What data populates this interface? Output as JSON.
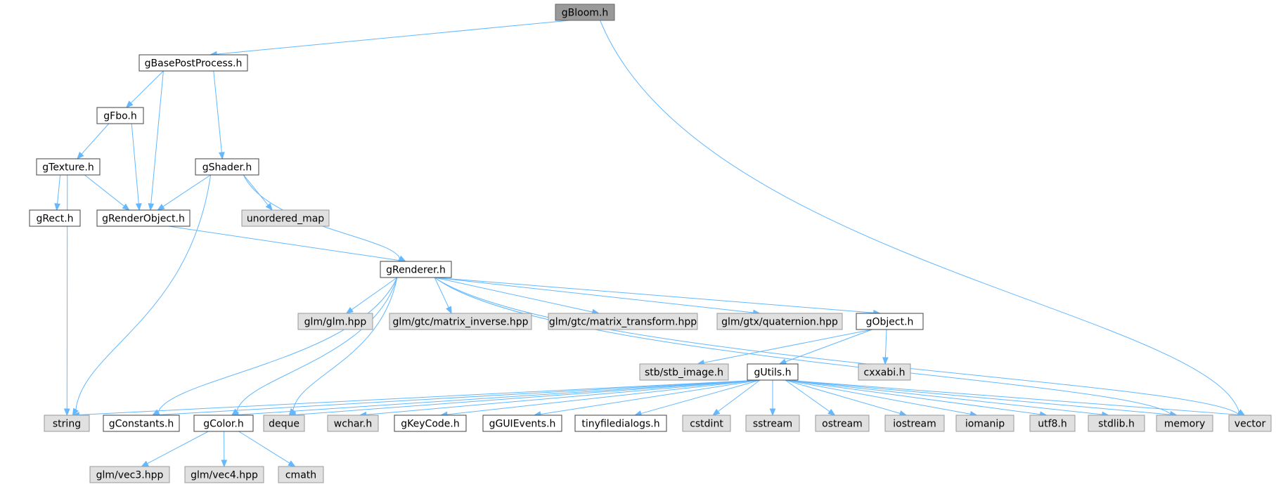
{
  "diagram": {
    "title": "gBloom.h include dependency graph",
    "colors": {
      "edge": "#63b8ff",
      "root_fill": "#999999",
      "root_stroke": "#666666",
      "local_fill": "#ffffff",
      "local_stroke": "#404040",
      "external_fill": "#e0e0e0",
      "external_stroke": "#999999"
    },
    "nodes": [
      {
        "id": "gBloom",
        "label": "gBloom.h",
        "kind": "root"
      },
      {
        "id": "gBasePostProcess",
        "label": "gBasePostProcess.h",
        "kind": "local"
      },
      {
        "id": "gFbo",
        "label": "gFbo.h",
        "kind": "local"
      },
      {
        "id": "gTexture",
        "label": "gTexture.h",
        "kind": "local"
      },
      {
        "id": "gShader",
        "label": "gShader.h",
        "kind": "local"
      },
      {
        "id": "gRect",
        "label": "gRect.h",
        "kind": "local"
      },
      {
        "id": "gRenderObject",
        "label": "gRenderObject.h",
        "kind": "local"
      },
      {
        "id": "unordered_map",
        "label": "unordered_map",
        "kind": "external"
      },
      {
        "id": "gRenderer",
        "label": "gRenderer.h",
        "kind": "local"
      },
      {
        "id": "glm_glm",
        "label": "glm/glm.hpp",
        "kind": "external"
      },
      {
        "id": "glm_mi",
        "label": "glm/gtc/matrix_inverse.hpp",
        "kind": "external"
      },
      {
        "id": "glm_mt",
        "label": "glm/gtc/matrix_transform.hpp",
        "kind": "external"
      },
      {
        "id": "glm_q",
        "label": "glm/gtx/quaternion.hpp",
        "kind": "external"
      },
      {
        "id": "gObject",
        "label": "gObject.h",
        "kind": "local"
      },
      {
        "id": "stb",
        "label": "stb/stb_image.h",
        "kind": "external"
      },
      {
        "id": "gUtils",
        "label": "gUtils.h",
        "kind": "local"
      },
      {
        "id": "cxxabi",
        "label": "cxxabi.h",
        "kind": "external"
      },
      {
        "id": "string",
        "label": "string",
        "kind": "external"
      },
      {
        "id": "gConstants",
        "label": "gConstants.h",
        "kind": "local"
      },
      {
        "id": "gColor",
        "label": "gColor.h",
        "kind": "local"
      },
      {
        "id": "deque",
        "label": "deque",
        "kind": "external"
      },
      {
        "id": "wchar",
        "label": "wchar.h",
        "kind": "external"
      },
      {
        "id": "gKeyCode",
        "label": "gKeyCode.h",
        "kind": "local"
      },
      {
        "id": "gGUIEvents",
        "label": "gGUIEvents.h",
        "kind": "local"
      },
      {
        "id": "tinyfd",
        "label": "tinyfiledialogs.h",
        "kind": "local"
      },
      {
        "id": "cstdint",
        "label": "cstdint",
        "kind": "external"
      },
      {
        "id": "sstream",
        "label": "sstream",
        "kind": "external"
      },
      {
        "id": "ostream",
        "label": "ostream",
        "kind": "external"
      },
      {
        "id": "iostream",
        "label": "iostream",
        "kind": "external"
      },
      {
        "id": "iomanip",
        "label": "iomanip",
        "kind": "external"
      },
      {
        "id": "utf8",
        "label": "utf8.h",
        "kind": "external"
      },
      {
        "id": "stdlib",
        "label": "stdlib.h",
        "kind": "external"
      },
      {
        "id": "memory",
        "label": "memory",
        "kind": "external"
      },
      {
        "id": "vector",
        "label": "vector",
        "kind": "external"
      },
      {
        "id": "vec3",
        "label": "glm/vec3.hpp",
        "kind": "external"
      },
      {
        "id": "vec4",
        "label": "glm/vec4.hpp",
        "kind": "external"
      },
      {
        "id": "cmath",
        "label": "cmath",
        "kind": "external"
      }
    ],
    "edges": [
      {
        "from": "gBloom",
        "to": "gBasePostProcess"
      },
      {
        "from": "gBloom",
        "to": "vector"
      },
      {
        "from": "gBasePostProcess",
        "to": "gFbo"
      },
      {
        "from": "gBasePostProcess",
        "to": "gRenderObject"
      },
      {
        "from": "gBasePostProcess",
        "to": "gShader"
      },
      {
        "from": "gFbo",
        "to": "gTexture"
      },
      {
        "from": "gFbo",
        "to": "gRenderObject"
      },
      {
        "from": "gTexture",
        "to": "gRect"
      },
      {
        "from": "gTexture",
        "to": "gRenderObject"
      },
      {
        "from": "gTexture",
        "to": "string"
      },
      {
        "from": "gShader",
        "to": "gRenderObject"
      },
      {
        "from": "gShader",
        "to": "unordered_map"
      },
      {
        "from": "gShader",
        "to": "gRenderer"
      },
      {
        "from": "gShader",
        "to": "string"
      },
      {
        "from": "gRenderObject",
        "to": "gRenderer"
      },
      {
        "from": "gRenderer",
        "to": "glm_glm"
      },
      {
        "from": "gRenderer",
        "to": "glm_mi"
      },
      {
        "from": "gRenderer",
        "to": "glm_mt"
      },
      {
        "from": "gRenderer",
        "to": "glm_q"
      },
      {
        "from": "gRenderer",
        "to": "gObject"
      },
      {
        "from": "gRenderer",
        "to": "gConstants"
      },
      {
        "from": "gRenderer",
        "to": "gColor"
      },
      {
        "from": "gRenderer",
        "to": "deque"
      },
      {
        "from": "gRenderer",
        "to": "memory"
      },
      {
        "from": "gRenderer",
        "to": "vector"
      },
      {
        "from": "gObject",
        "to": "stb"
      },
      {
        "from": "gObject",
        "to": "gUtils"
      },
      {
        "from": "gObject",
        "to": "cxxabi"
      },
      {
        "from": "gUtils",
        "to": "string"
      },
      {
        "from": "gUtils",
        "to": "gConstants"
      },
      {
        "from": "gUtils",
        "to": "gColor"
      },
      {
        "from": "gUtils",
        "to": "deque"
      },
      {
        "from": "gUtils",
        "to": "wchar"
      },
      {
        "from": "gUtils",
        "to": "gKeyCode"
      },
      {
        "from": "gUtils",
        "to": "gGUIEvents"
      },
      {
        "from": "gUtils",
        "to": "tinyfd"
      },
      {
        "from": "gUtils",
        "to": "cstdint"
      },
      {
        "from": "gUtils",
        "to": "sstream"
      },
      {
        "from": "gUtils",
        "to": "ostream"
      },
      {
        "from": "gUtils",
        "to": "iostream"
      },
      {
        "from": "gUtils",
        "to": "iomanip"
      },
      {
        "from": "gUtils",
        "to": "utf8"
      },
      {
        "from": "gUtils",
        "to": "stdlib"
      },
      {
        "from": "gUtils",
        "to": "memory"
      },
      {
        "from": "gUtils",
        "to": "vector"
      },
      {
        "from": "gColor",
        "to": "vec3"
      },
      {
        "from": "gColor",
        "to": "vec4"
      },
      {
        "from": "gColor",
        "to": "cmath"
      }
    ]
  }
}
